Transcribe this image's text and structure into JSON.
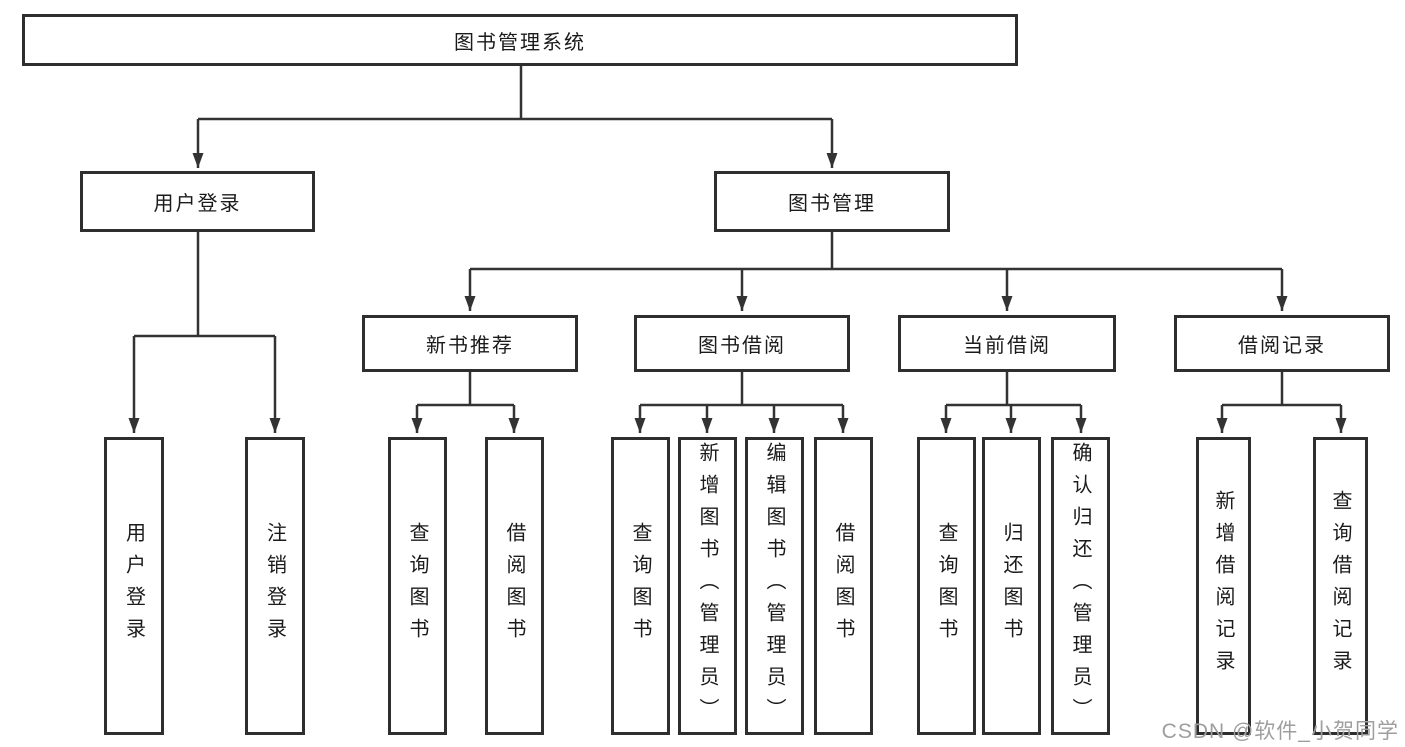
{
  "diagram": {
    "title": "图书管理系统",
    "type": "hierarchy-tree",
    "line_color": "#333333",
    "box_border_color": "#2e2e2e",
    "text_color": "#1b1b1b",
    "root": {
      "label": "图书管理系统"
    },
    "branches": [
      {
        "label": "用户登录",
        "children": [
          {
            "label": "用户登录"
          },
          {
            "label": "注销登录"
          }
        ]
      },
      {
        "label": "图书管理",
        "children": [
          {
            "label": "新书推荐",
            "children": [
              {
                "label": "查询图书"
              },
              {
                "label": "借阅图书"
              }
            ]
          },
          {
            "label": "图书借阅",
            "children": [
              {
                "label": "查询图书"
              },
              {
                "label": "新增图书（管理员）"
              },
              {
                "label": "编辑图书（管理员）"
              },
              {
                "label": "借阅图书"
              }
            ]
          },
          {
            "label": "当前借阅",
            "children": [
              {
                "label": "查询图书"
              },
              {
                "label": "归还图书"
              },
              {
                "label": "确认归还（管理员）"
              }
            ]
          },
          {
            "label": "借阅记录",
            "children": [
              {
                "label": "新增借阅记录"
              },
              {
                "label": "查询借阅记录"
              }
            ]
          }
        ]
      }
    ],
    "watermark": "CSDN @软件_小贺同学"
  }
}
